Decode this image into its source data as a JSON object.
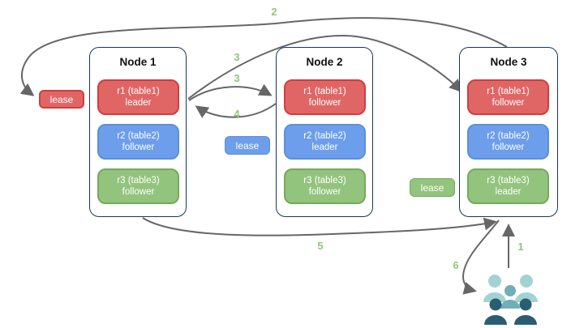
{
  "diagram_title": "raft-leaders-and-leaseholders-diagram",
  "nodes": [
    {
      "title": "Node 1",
      "replicas": [
        {
          "name": "r1 (table1)",
          "role": "leader",
          "color": "#e06666"
        },
        {
          "name": "r2 (table2)",
          "role": "follower",
          "color": "#6d9eeb"
        },
        {
          "name": "r3 (table3)",
          "role": "follower",
          "color": "#93c47d"
        }
      ]
    },
    {
      "title": "Node 2",
      "replicas": [
        {
          "name": "r1 (table1)",
          "role": "follower",
          "color": "#e06666"
        },
        {
          "name": "r2 (table2)",
          "role": "leader",
          "color": "#6d9eeb"
        },
        {
          "name": "r3 (table3)",
          "role": "follower",
          "color": "#93c47d"
        }
      ]
    },
    {
      "title": "Node 3",
      "replicas": [
        {
          "name": "r1 (table1)",
          "role": "follower",
          "color": "#e06666"
        },
        {
          "name": "r2 (table2)",
          "role": "follower",
          "color": "#6d9eeb"
        },
        {
          "name": "r3 (table3)",
          "role": "leader",
          "color": "#93c47d"
        }
      ]
    }
  ],
  "leases": [
    {
      "label": "lease",
      "color": "#e06666"
    },
    {
      "label": "lease",
      "color": "#6d9eeb"
    },
    {
      "label": "lease",
      "color": "#93c47d"
    }
  ],
  "steps": {
    "s1": "1",
    "s2": "2",
    "s3a": "3",
    "s3b": "3",
    "s4": "4",
    "s5": "5",
    "s6": "6"
  },
  "icons": {
    "users": "users-group-icon"
  },
  "colors": {
    "replica_red": "#e06666",
    "replica_blue": "#6d9eeb",
    "replica_green": "#93c47d",
    "red_border": "#d33c3c",
    "blue_border": "#5a90dd",
    "green_border": "#76a95f",
    "node_border": "#17365d",
    "arrow": "#666666",
    "step_label": "#93c47d",
    "users_light": "#a3d2d4",
    "users_mid": "#6fb0b8",
    "users_dark": "#2b5d72"
  }
}
